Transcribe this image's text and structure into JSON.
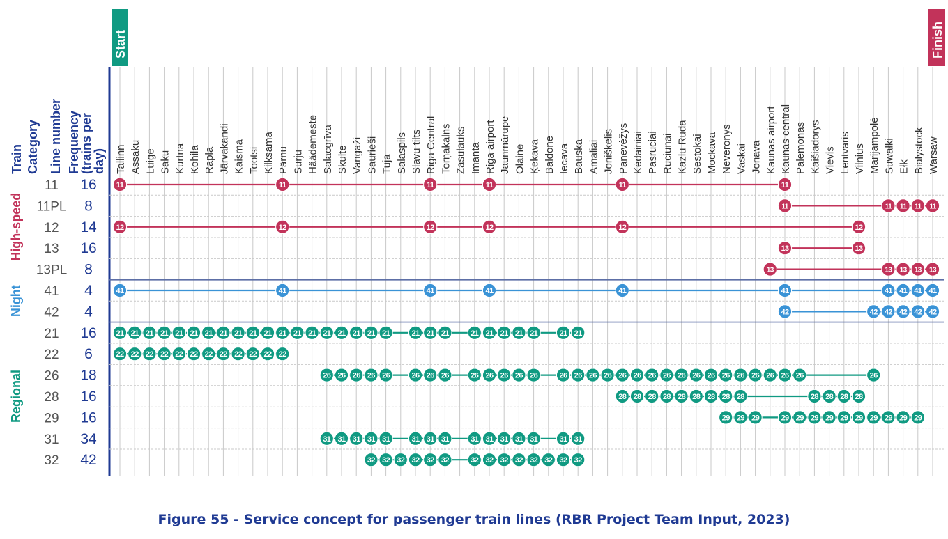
{
  "caption": "Figure 55 - Service concept for passenger train lines (RBR Project Team Input, 2023)",
  "headers": {
    "train": "Train",
    "category": "Category",
    "line_number": "Line number",
    "frequency": "Frequency (trains per day)",
    "start": "Start",
    "finish": "Finish"
  },
  "colors": {
    "high_speed": "#c2335a",
    "night": "#3a93d6",
    "regional": "#109a82",
    "header_blue": "#1f3a93",
    "grid": "#c9c9c9"
  },
  "stations": [
    "Tallinn",
    "Assaku",
    "Luige",
    "Saku",
    "Kurtna",
    "Kohila",
    "Rapla",
    "Järvakandi",
    "Kaisma",
    "Tootsi",
    "Kilksama",
    "Pärnu",
    "Surju",
    "Häädemeste",
    "Salacgrīva",
    "Skulte",
    "Vangaži",
    "Saurieši",
    "Tuja",
    "Salaspils",
    "Slāvu tilts",
    "Riga Central",
    "Torņakalns",
    "Zasulauks",
    "Imanta",
    "Riga airport",
    "Jaunmārupe",
    "Olaine",
    "Ķekava",
    "Baldone",
    "Iecava",
    "Bauska",
    "Amaliai",
    "Joniškelis",
    "Panevėžys",
    "Kėdainiai",
    "Pasruciai",
    "Ruciunai",
    "Kazlu Ruda",
    "Sestokai",
    "Mockava",
    "Neveronys",
    "Vaskai",
    "Jonava",
    "Kaunas airport",
    "Kaunas central",
    "Palemonas",
    "Kaišiadorys",
    "Vievis",
    "Lentvaris",
    "Vilnius",
    "Marijampolė",
    "Suwałki",
    "Ełk",
    "Białystock",
    "Warsaw"
  ],
  "categories": [
    {
      "name": "High-speed",
      "color": "#c2335a",
      "rows": [
        0,
        4
      ]
    },
    {
      "name": "Night",
      "color": "#3a93d6",
      "rows": [
        5,
        6
      ]
    },
    {
      "name": "Regional",
      "color": "#109a82",
      "rows": [
        7,
        13
      ]
    }
  ],
  "lines": [
    {
      "line": "11",
      "frequency": "16",
      "category": "High-speed",
      "stops": [
        0,
        11,
        21,
        25,
        34,
        45
      ]
    },
    {
      "line": "11PL",
      "frequency": "8",
      "category": "High-speed",
      "stops": [
        45,
        52,
        53,
        54,
        55
      ]
    },
    {
      "line": "12",
      "frequency": "14",
      "category": "High-speed",
      "stops": [
        0,
        11,
        21,
        25,
        34,
        50
      ]
    },
    {
      "line": "13",
      "frequency": "16",
      "category": "High-speed",
      "stops": [
        45,
        50
      ]
    },
    {
      "line": "13PL",
      "frequency": "8",
      "category": "High-speed",
      "stops": [
        44,
        52,
        53,
        54,
        55
      ]
    },
    {
      "line": "41",
      "frequency": "4",
      "category": "Night",
      "stops": [
        0,
        11,
        21,
        25,
        34,
        45,
        52,
        53,
        54,
        55
      ]
    },
    {
      "line": "42",
      "frequency": "4",
      "category": "Night",
      "stops": [
        45,
        51,
        52,
        53,
        54,
        55
      ]
    },
    {
      "line": "21",
      "frequency": "16",
      "category": "Regional",
      "stops": [
        0,
        1,
        2,
        3,
        4,
        5,
        6,
        7,
        8,
        9,
        10,
        11,
        12,
        13,
        14,
        15,
        16,
        17,
        18,
        20,
        21,
        22,
        24,
        25,
        26,
        27,
        28,
        30,
        31
      ]
    },
    {
      "line": "22",
      "frequency": "6",
      "category": "Regional",
      "stops": [
        0,
        1,
        2,
        3,
        4,
        5,
        6,
        7,
        8,
        9,
        10,
        11
      ]
    },
    {
      "line": "26",
      "frequency": "18",
      "category": "Regional",
      "stops": [
        14,
        15,
        16,
        17,
        18,
        20,
        21,
        22,
        24,
        25,
        26,
        27,
        28,
        30,
        31,
        32,
        33,
        34,
        35,
        36,
        37,
        38,
        39,
        40,
        41,
        42,
        43,
        44,
        45,
        46,
        51
      ]
    },
    {
      "line": "28",
      "frequency": "16",
      "category": "Regional",
      "stops": [
        34,
        35,
        36,
        37,
        38,
        39,
        40,
        41,
        42,
        47,
        48,
        49,
        50
      ]
    },
    {
      "line": "29",
      "frequency": "16",
      "category": "Regional",
      "stops": [
        41,
        42,
        43,
        45,
        46,
        47,
        48,
        49,
        50,
        51,
        52,
        53,
        54
      ]
    },
    {
      "line": "31",
      "frequency": "34",
      "category": "Regional",
      "stops": [
        14,
        15,
        16,
        17,
        18,
        20,
        21,
        22,
        24,
        25,
        26,
        27,
        28,
        30,
        31
      ]
    },
    {
      "line": "32",
      "frequency": "42",
      "category": "Regional",
      "stops": [
        17,
        18,
        19,
        20,
        21,
        22,
        24,
        25,
        26,
        27,
        28,
        29,
        30,
        31
      ]
    }
  ]
}
